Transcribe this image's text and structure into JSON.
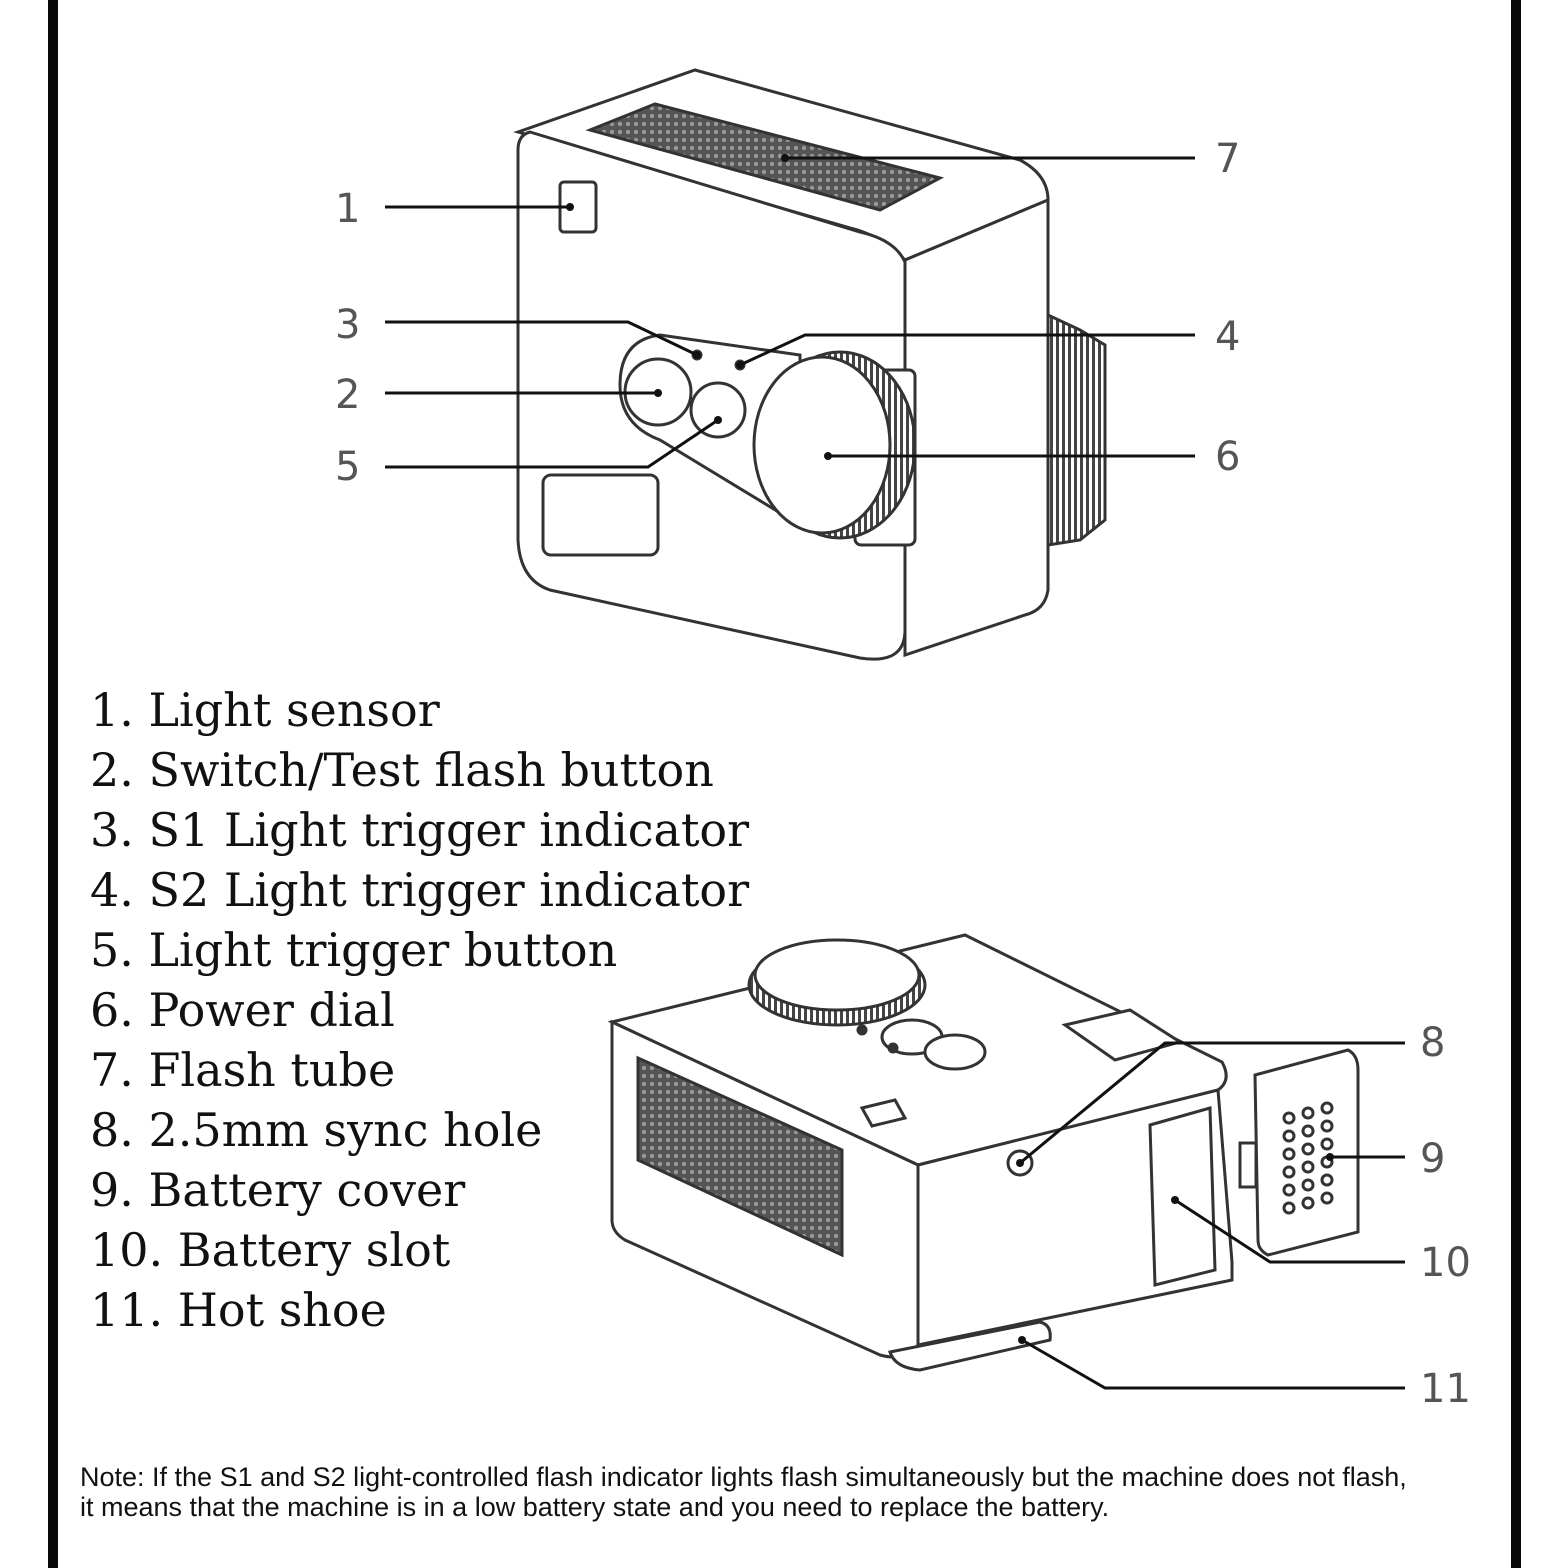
{
  "callouts": {
    "c1": "1",
    "c2": "2",
    "c3": "3",
    "c4": "4",
    "c5": "5",
    "c6": "6",
    "c7": "7",
    "c8": "8",
    "c9": "9",
    "c10": "10",
    "c11": "11"
  },
  "legend": [
    "1. Light sensor",
    "2. Switch/Test flash button",
    "3. S1 Light trigger indicator",
    "4. S2 Light trigger indicator",
    "5. Light trigger button",
    "6. Power dial",
    "7. Flash tube",
    "8. 2.5mm sync hole",
    "9. Battery cover",
    "10. Battery slot",
    "11. Hot shoe"
  ],
  "note": {
    "line1": "Note: If the S1 and S2 light-controlled flash indicator lights flash simultaneously but the machine does not flash,",
    "line2": "it means that the machine is in a low battery state and you need to replace the battery."
  }
}
